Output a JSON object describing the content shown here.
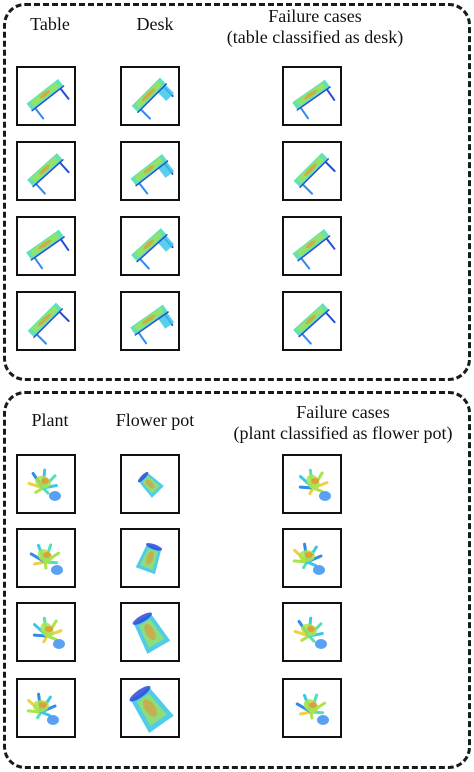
{
  "panels": [
    {
      "id": "top",
      "headers": [
        "Table",
        "Desk",
        "Failure cases\n(table classified as desk)"
      ],
      "columns": [
        {
          "label": "Table",
          "tiles": [
            "table",
            "table",
            "table",
            "table"
          ]
        },
        {
          "label": "Desk",
          "tiles": [
            "desk",
            "desk",
            "desk",
            "desk"
          ]
        },
        {
          "label": "Failure cases",
          "tiles": [
            "table",
            "table",
            "table",
            "table"
          ]
        }
      ]
    },
    {
      "id": "bottom",
      "headers": [
        "Plant",
        "Flower pot",
        "Failure cases\n(plant classified as flower pot)"
      ],
      "columns": [
        {
          "label": "Plant",
          "tiles": [
            "plant",
            "plant",
            "plant",
            "plant"
          ]
        },
        {
          "label": "Flower pot",
          "tiles": [
            "flower-pot",
            "flower-pot",
            "flower-pot",
            "flower-pot"
          ]
        },
        {
          "label": "Failure cases",
          "tiles": [
            "plant",
            "plant",
            "plant",
            "plant"
          ]
        }
      ]
    }
  ],
  "colors": {
    "frame": "#111111",
    "point_cloud_palette": [
      "#2a4bd8",
      "#2f8bf0",
      "#3cc7e8",
      "#55e0b4",
      "#a8e44a",
      "#f0d040",
      "#f08a30",
      "#e04040"
    ]
  }
}
